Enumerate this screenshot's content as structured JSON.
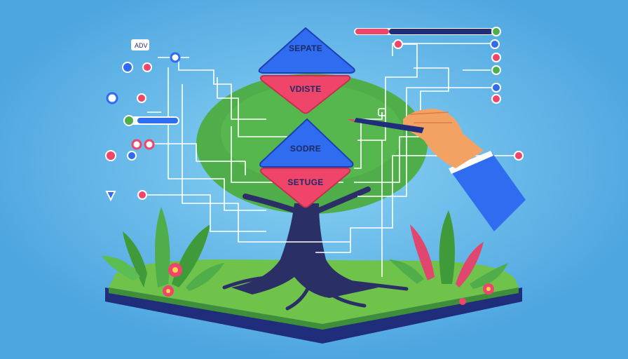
{
  "diagram": {
    "nodes": [
      {
        "id": "n1",
        "label": "SEPATE",
        "color": "#2f6cf0",
        "shape": "triangle-up"
      },
      {
        "id": "n2",
        "label": "VDISTE",
        "color": "#f0456a",
        "shape": "triangle-down"
      },
      {
        "id": "n3",
        "label": "SODRE",
        "color": "#2f6cf0",
        "shape": "triangle-up"
      },
      {
        "id": "n4",
        "label": "SETUGE",
        "color": "#f0456a",
        "shape": "triangle-down"
      }
    ],
    "side_tag": "ADV",
    "colors": {
      "background": "#5eb3e6",
      "tree_canopy": "#4fae4a",
      "trunk": "#2a2f66",
      "ground": "#6fc24a",
      "accent_pink": "#f0456a",
      "accent_blue": "#2f6cf0",
      "line": "#ffffff"
    },
    "icons": [
      "tree-illustration",
      "hand-with-pen-illustration",
      "plant-illustration",
      "flower-illustration"
    ]
  }
}
